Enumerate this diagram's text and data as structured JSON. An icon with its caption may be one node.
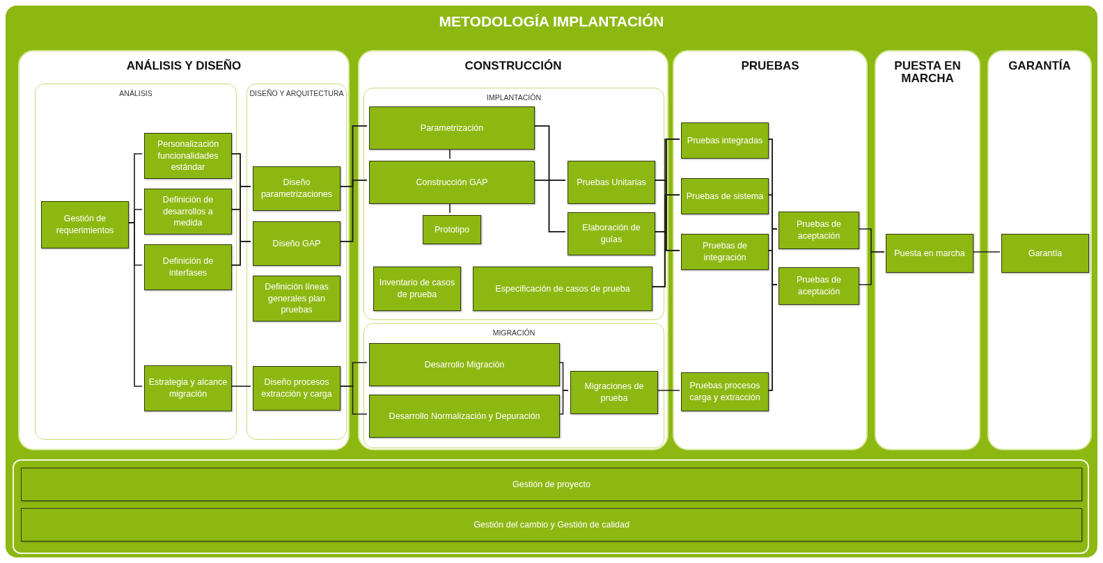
{
  "diagram": {
    "nodes": [
      {
        "text": [
          "METODOLOGÍA IMPLANTACIÓN"
        ]
      },
      {
        "text": [
          "ANÁLISIS Y DISEÑO"
        ],
        "in": 0
      },
      {
        "text": [
          "ANÁLISIS"
        ],
        "in": 1
      },
      {
        "text": [
          "Gestión de requerimientos"
        ],
        "in": 2
      },
      {
        "text": [
          "Personalización funcionalidades estándar"
        ],
        "in": 2
      },
      {
        "text": [
          "Definición de desarrollos a medida"
        ],
        "in": 2
      },
      {
        "text": [
          "Definición de interfases"
        ],
        "in": 2
      },
      {
        "text": [
          "Estrategia y alcance migración"
        ],
        "in": 2
      },
      {
        "text": [
          "DISEÑO Y ARQUITECTURA"
        ],
        "in": 1
      },
      {
        "text": [
          "Diseño parametrizaciones"
        ],
        "in": 8
      },
      {
        "text": [
          "Diseño GAP"
        ],
        "in": 8
      },
      {
        "text": [
          "Definición líneas generales plan pruebas"
        ],
        "in": 8
      },
      {
        "text": [
          "Diseño procesos extracción y carga"
        ],
        "in": 8
      },
      {
        "text": [
          "CONSTRUCCIÓN"
        ],
        "in": 0
      },
      {
        "text": [
          "IMPLANTACIÓN"
        ],
        "in": 13
      },
      {
        "text": [
          "Parametrización"
        ],
        "in": 14
      },
      {
        "text": [
          "Construcción GAP"
        ],
        "in": 14
      },
      {
        "text": [
          "Prototipo"
        ],
        "in": 14
      },
      {
        "text": [
          "Pruebas Unitarias"
        ],
        "in": 14
      },
      {
        "text": [
          "Elaboración de guías"
        ],
        "in": 14
      },
      {
        "text": [
          "Inventario de casos de prueba"
        ],
        "in": 14
      },
      {
        "text": [
          "Especificación de casos de prueba"
        ],
        "in": 14
      },
      {
        "text": [
          "MIGRACIÓN"
        ],
        "in": 13
      },
      {
        "text": [
          "Desarrollo Migración"
        ],
        "in": 22
      },
      {
        "text": [
          "Desarrollo Normalización y Depuración"
        ],
        "in": 22
      },
      {
        "text": [
          "Migraciones de prueba"
        ],
        "in": 22
      },
      {
        "text": [
          "PRUEBAS"
        ],
        "in": 0
      },
      {
        "text": [
          "Pruebas integradas"
        ],
        "in": 26
      },
      {
        "text": [
          "Pruebas de sistema"
        ],
        "in": 26
      },
      {
        "text": [
          "Pruebas de integración"
        ],
        "in": 26
      },
      {
        "text": [
          "Pruebas de aceptación"
        ],
        "in": 26
      },
      {
        "text": [
          "Pruebas de aceptación"
        ],
        "in": 26
      },
      {
        "text": [
          "Pruebas procesos carga y extracción"
        ],
        "in": 26
      },
      {
        "text": [
          "PUESTA EN MARCHA"
        ],
        "in": 0
      },
      {
        "text": [
          "Puesta en marcha"
        ],
        "in": 33
      },
      {
        "text": [
          "GARANTÍA"
        ],
        "in": 0
      },
      {
        "text": [
          "Garantía"
        ],
        "in": 35
      },
      {
        "text": [
          "Gestión de proyecto"
        ],
        "in": 0
      },
      {
        "text": [
          "Gestión del cambio y Gestión de calidad"
        ],
        "in": 0
      }
    ],
    "edges": [
      {
        "from": 3,
        "to": 4,
        "arrow": "none"
      },
      {
        "from": 3,
        "to": 5,
        "arrow": "none"
      },
      {
        "from": 3,
        "to": 6,
        "arrow": "none"
      },
      {
        "from": 3,
        "to": 7,
        "arrow": "none"
      },
      {
        "from": 4,
        "to": 9,
        "arrow": "none"
      },
      {
        "from": 4,
        "to": 10,
        "arrow": "none"
      },
      {
        "from": 5,
        "to": 9,
        "arrow": "none"
      },
      {
        "from": 5,
        "to": 10,
        "arrow": "none"
      },
      {
        "from": 6,
        "to": 9,
        "arrow": "none"
      },
      {
        "from": 6,
        "to": 10,
        "arrow": "none"
      },
      {
        "from": 7,
        "to": 12,
        "arrow": "none"
      },
      {
        "from": 9,
        "to": 15,
        "arrow": "none"
      },
      {
        "from": 9,
        "to": 16,
        "arrow": "none"
      },
      {
        "from": 10,
        "to": 15,
        "arrow": "none"
      },
      {
        "from": 10,
        "to": 16,
        "arrow": "none"
      },
      {
        "from": 15,
        "to": 16,
        "arrow": "none"
      },
      {
        "from": 16,
        "to": 17,
        "arrow": "none"
      },
      {
        "from": 15,
        "to": 18,
        "arrow": "none"
      },
      {
        "from": 15,
        "to": 19,
        "arrow": "none"
      },
      {
        "from": 16,
        "to": 18,
        "arrow": "none"
      },
      {
        "from": 16,
        "to": 19,
        "arrow": "none"
      },
      {
        "from": 18,
        "to": 27,
        "arrow": "none"
      },
      {
        "from": 18,
        "to": 28,
        "arrow": "none"
      },
      {
        "from": 18,
        "to": 29,
        "arrow": "none"
      },
      {
        "from": 19,
        "to": 27,
        "arrow": "none"
      },
      {
        "from": 19,
        "to": 28,
        "arrow": "none"
      },
      {
        "from": 19,
        "to": 29,
        "arrow": "none"
      },
      {
        "from": 21,
        "to": 27,
        "arrow": "none"
      },
      {
        "from": 21,
        "to": 28,
        "arrow": "none"
      },
      {
        "from": 21,
        "to": 29,
        "arrow": "none"
      },
      {
        "from": 12,
        "to": 23,
        "arrow": "none"
      },
      {
        "from": 12,
        "to": 24,
        "arrow": "none"
      },
      {
        "from": 23,
        "to": 25,
        "arrow": "none"
      },
      {
        "from": 24,
        "to": 25,
        "arrow": "none"
      },
      {
        "from": 25,
        "to": 32,
        "arrow": "none"
      },
      {
        "from": 27,
        "to": 30,
        "arrow": "none"
      },
      {
        "from": 27,
        "to": 31,
        "arrow": "none"
      },
      {
        "from": 28,
        "to": 30,
        "arrow": "none"
      },
      {
        "from": 28,
        "to": 31,
        "arrow": "none"
      },
      {
        "from": 29,
        "to": 30,
        "arrow": "none"
      },
      {
        "from": 29,
        "to": 31,
        "arrow": "none"
      },
      {
        "from": 32,
        "to": 30,
        "arrow": "none"
      },
      {
        "from": 32,
        "to": 31,
        "arrow": "none"
      },
      {
        "from": 30,
        "to": 34,
        "arrow": "none"
      },
      {
        "from": 31,
        "to": 34,
        "arrow": "none"
      },
      {
        "from": 34,
        "to": 36,
        "arrow": "none"
      }
    ]
  }
}
